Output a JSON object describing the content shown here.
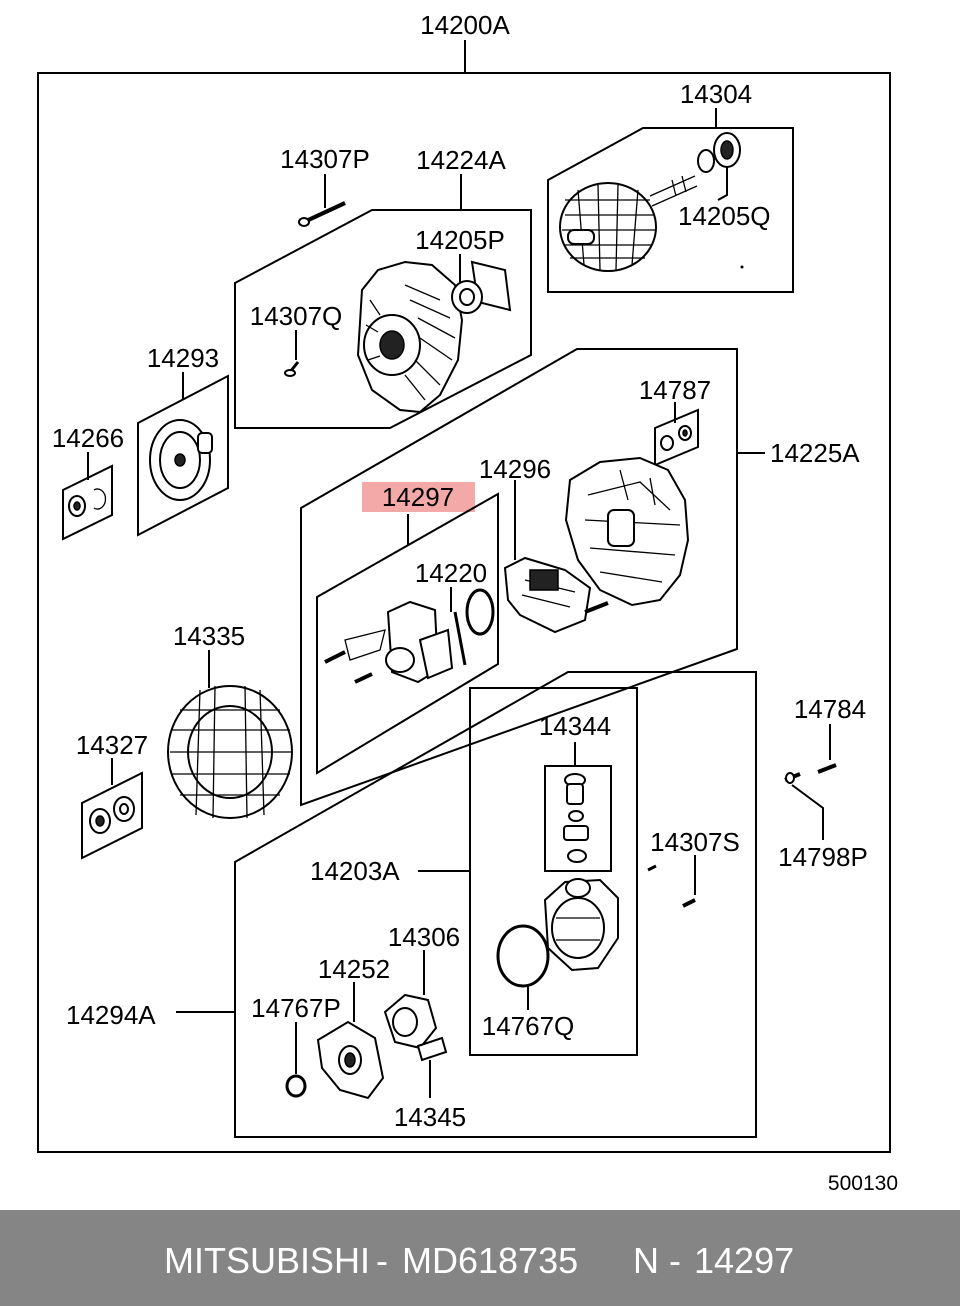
{
  "diagram": {
    "assembly_label": "14200A",
    "highlight_color": "#f4a9a9",
    "highlighted_part": "14297",
    "reference_number": "500130",
    "part_labels": {
      "p14304": "14304",
      "p14307P": "14307P",
      "p14224A": "14224A",
      "p14205Q": "14205Q",
      "p14205P": "14205P",
      "p14307Q": "14307Q",
      "p14293": "14293",
      "p14787": "14787",
      "p14266": "14266",
      "p14225A": "14225A",
      "p14296": "14296",
      "p14297": "14297",
      "p14220": "14220",
      "p14335": "14335",
      "p14784": "14784",
      "p14327": "14327",
      "p14344": "14344",
      "p14307S": "14307S",
      "p14798P": "14798P",
      "p14203A": "14203A",
      "p14306": "14306",
      "p14252": "14252",
      "p14294A": "14294A",
      "p14767P": "14767P",
      "p14767Q": "14767Q",
      "p14345": "14345"
    }
  },
  "footer": {
    "brand": "MITSUBISHI",
    "separator": "-",
    "part_number": "MD618735",
    "n_prefix": "N",
    "n_separator": "-",
    "n_number": "14297"
  }
}
